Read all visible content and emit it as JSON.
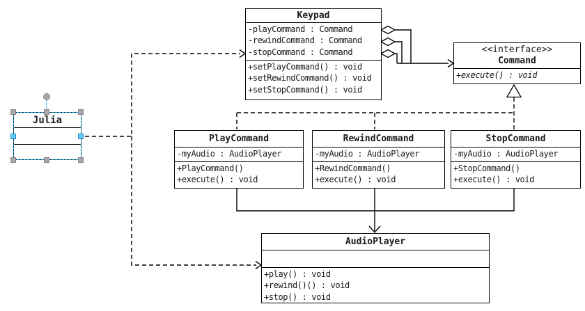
{
  "colors": {
    "line": "#000000",
    "selection": "#00a6ea",
    "handle_gray_fill": "#a8a8a8",
    "handle_gray_border": "#878787",
    "handle_blue_fill": "#66c7f1",
    "handle_blue_border": "#1b94d1",
    "bg": "#ffffff"
  },
  "classes": {
    "keypad": {
      "name": "Keypad",
      "attributes": [
        "-playCommand : Command",
        "-rewindCommand : Command",
        "-stopCommand : Command"
      ],
      "methods": [
        "+setPlayCommand() : void",
        "+setRewindCommand() : void",
        "+setStopCommand() : void"
      ]
    },
    "command": {
      "stereotype": "<<interface>>",
      "name": "Command",
      "methods": [
        "+execute() : void"
      ]
    },
    "julia": {
      "name": "Julia"
    },
    "playCommand": {
      "name": "PlayCommand",
      "attributes": [
        "-myAudio : AudioPlayer"
      ],
      "methods": [
        "+PlayCommand()",
        "+execute() : void"
      ]
    },
    "rewindCommand": {
      "name": "RewindCommand",
      "attributes": [
        "-myAudio : AudioPlayer"
      ],
      "methods": [
        "+RewindCommand()",
        "+execute() : void"
      ]
    },
    "stopCommand": {
      "name": "StopCommand",
      "attributes": [
        "-myAudio : AudioPlayer"
      ],
      "methods": [
        "+StopCommand()",
        "+execute() : void"
      ]
    },
    "audioPlayer": {
      "name": "AudioPlayer",
      "methods": [
        "+play() : void",
        "+rewind()() : void",
        "+stop() : void"
      ]
    }
  },
  "relationships": [
    {
      "type": "aggregation",
      "from": "Keypad",
      "to": "Command",
      "count": 3
    },
    {
      "type": "dependency-dashed",
      "from": "Julia",
      "to": "Keypad"
    },
    {
      "type": "dependency-dashed",
      "from": "Julia",
      "to": "AudioPlayer"
    },
    {
      "type": "realization",
      "from": "PlayCommand",
      "to": "Command"
    },
    {
      "type": "realization",
      "from": "RewindCommand",
      "to": "Command"
    },
    {
      "type": "realization",
      "from": "StopCommand",
      "to": "Command"
    },
    {
      "type": "association-arrow",
      "from": "PlayCommand,RewindCommand,StopCommand",
      "to": "AudioPlayer"
    }
  ]
}
